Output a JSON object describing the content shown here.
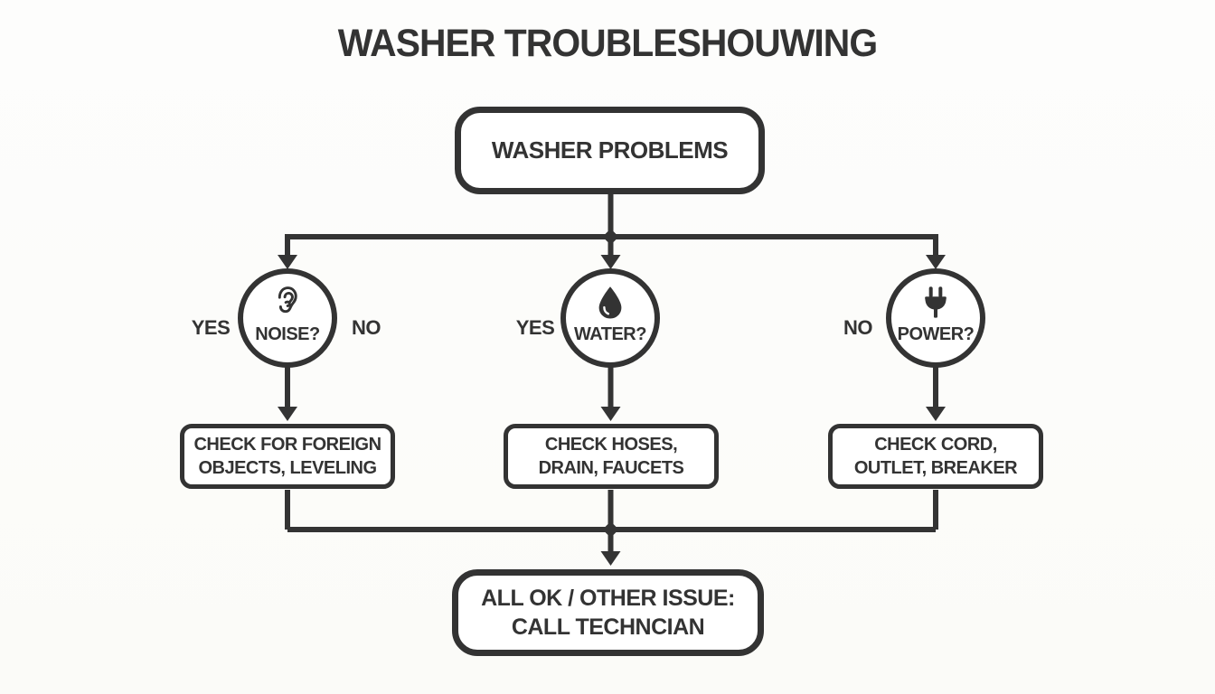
{
  "title": "WASHER TROUBLESHOUWING",
  "root": {
    "label": "WASHER PROBLEMS"
  },
  "branches": [
    {
      "question": "NOISE?",
      "icon": "ear-icon",
      "left_label": "YES",
      "right_label": "NO",
      "action_line1": "CHECK FOR FOREIGN",
      "action_line2": "OBJECTS, LEVELING"
    },
    {
      "question": "WATER?",
      "icon": "droplet-icon",
      "left_label": "YES",
      "action_line1": "CHECK HOSES,",
      "action_line2": "DRAIN, FAUCETS"
    },
    {
      "question": "POWER?",
      "icon": "plug-icon",
      "left_label": "NO",
      "action_line1": "CHECK CORD,",
      "action_line2": "OUTLET, BREAKER"
    }
  ],
  "final": {
    "line1": "ALL OK / OTHER ISSUE:",
    "line2": "CALL TECHNCIAN"
  },
  "colors": {
    "ink": "#343434",
    "background": "#fcfcfa",
    "node_fill": "#ffffff"
  }
}
